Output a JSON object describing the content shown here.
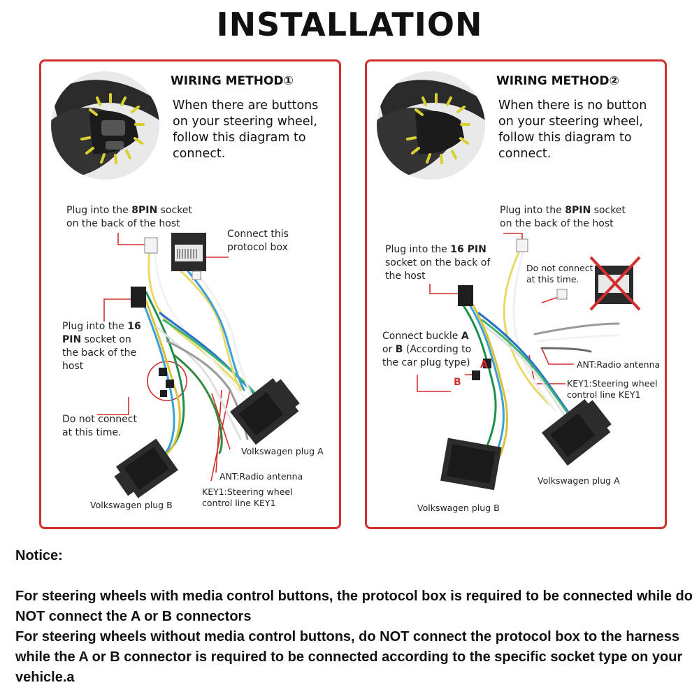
{
  "title": "INSTALLATION",
  "methods": [
    {
      "heading": "WIRING METHOD①",
      "description": "When there are buttons on your steering wheel, follow this diagram to connect.",
      "labels": {
        "plug8": "Plug into the ",
        "plug8_bold": "8PIN",
        "plug8_rest": " socket on the back of the host",
        "protocol": "Connect this protocol box",
        "plug16": "Plug into the ",
        "plug16_bold": "16 PIN",
        "plug16_rest": " socket on the back of the host",
        "no_connect": "Do not connect at this time.",
        "vw_a": "Volkswagen plug A",
        "ant": "ANT:Radio antenna",
        "key1": "KEY1:Steering wheel control line KEY1",
        "vw_b": "Volkswagen plug B"
      }
    },
    {
      "heading": "WIRING METHOD②",
      "description": "When there is no button on your steering wheel, follow this diagram to connect.",
      "labels": {
        "plug8": "Plug into the ",
        "plug8_bold": "8PIN",
        "plug8_rest": " socket on the back of the host",
        "plug16": "Plug into the ",
        "plug16_bold": "16 PIN",
        "plug16_rest": " socket on the back of the host",
        "no_connect": "Do not connect at this time.",
        "buckle": "Connect buckle ",
        "buckle_a": "A",
        "buckle_or": " or ",
        "buckle_b": "B",
        "buckle_rest": " (According to the car plug type)",
        "ant": "ANT:Radio antenna",
        "key1": "KEY1:Steering wheel control line KEY1",
        "vw_a": "Volkswagen plug A",
        "vw_b": "Volkswagen plug B",
        "mark_a": "A",
        "mark_b": "B"
      }
    }
  ],
  "notice": {
    "heading": "Notice:",
    "p1": "For steering wheels with media control buttons, the protocol box is required to be connected while do NOT connect the A or B connectors",
    "p2": "For steering wheels without media control buttons, do NOT connect the protocol box to the harness while the A or B connector is required to be connected according to the specific socket type on your vehicle.a"
  },
  "colors": {
    "frame": "#d32f2f",
    "leader": "#d32f2f",
    "highlight": "#d8d030"
  }
}
